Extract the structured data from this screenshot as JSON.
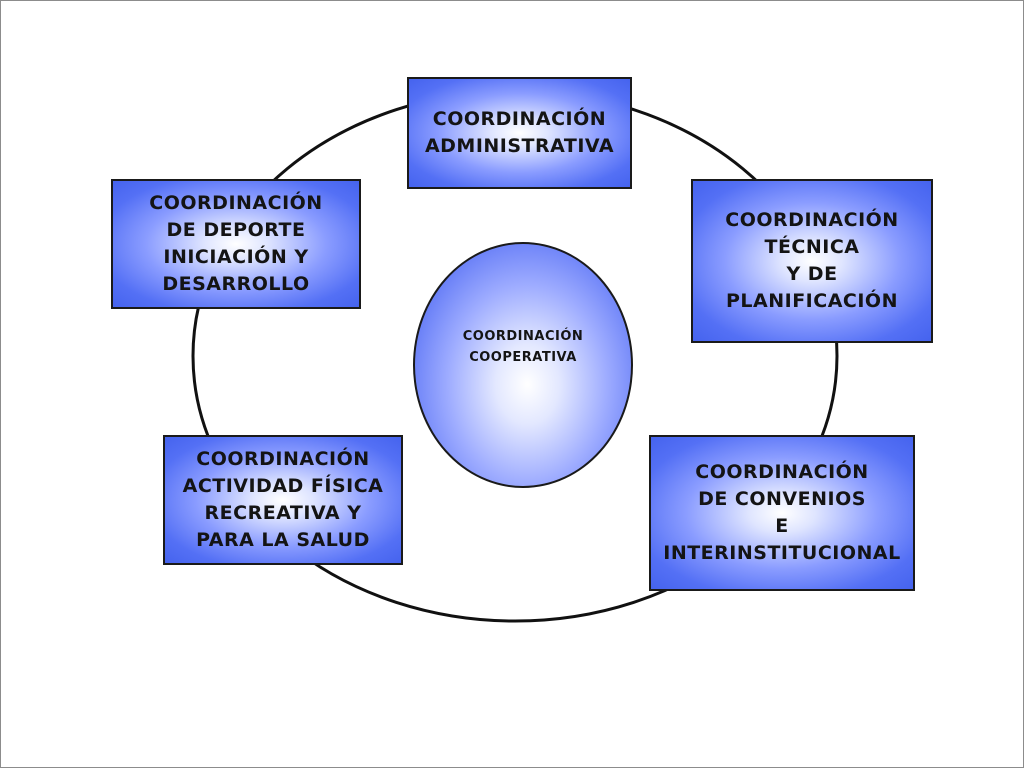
{
  "diagram": {
    "center": {
      "label": "Coordinación\nCooperativa"
    },
    "nodes": [
      {
        "id": "administrativa",
        "label": "Coordinación\nAdministrativa"
      },
      {
        "id": "tecnica",
        "label": "Coordinación\nTécnica\nY de\nPlanificación"
      },
      {
        "id": "convenios",
        "label": "Coordinación\nde Convenios\ne\nInterinstitucional"
      },
      {
        "id": "actividad-fisica",
        "label": "Coordinación\nActividad Física\nRecreativa y\nPara la Salud"
      },
      {
        "id": "deporte",
        "label": "Coordinación\nde Deporte\nIniciación y\nDesarrollo"
      }
    ],
    "colors": {
      "box_fill": "#4563ee",
      "highlight": "#ffffff",
      "outline": "#1a1a1a",
      "orbit_stroke": "#111111"
    }
  }
}
